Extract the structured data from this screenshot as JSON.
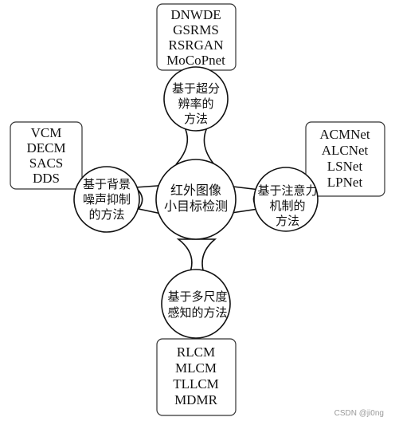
{
  "center": {
    "lines": [
      "红外图像",
      "小目标检测"
    ]
  },
  "branches": {
    "top": {
      "label_lines": [
        "基于超分",
        "辨率的",
        "方法"
      ],
      "items": [
        "DNWDE",
        "GSRMS",
        "RSRGAN",
        "MoCoPnet"
      ]
    },
    "left": {
      "label_lines": [
        "基于背景",
        "噪声抑制",
        "的方法"
      ],
      "items": [
        "VCM",
        "DECM",
        "SACS",
        "DDS"
      ]
    },
    "right": {
      "label_lines": [
        "基于注意力",
        "机制的",
        "方法"
      ],
      "items": [
        "ACMNet",
        "ALCNet",
        "LSNet",
        "LPNet"
      ]
    },
    "bottom": {
      "label_lines": [
        "基于多尺度",
        "感知的方法"
      ],
      "items": [
        "RLCM",
        "MLCM",
        "TLLCM",
        "MDMR"
      ]
    }
  },
  "watermark": "CSDN @ji0ng"
}
